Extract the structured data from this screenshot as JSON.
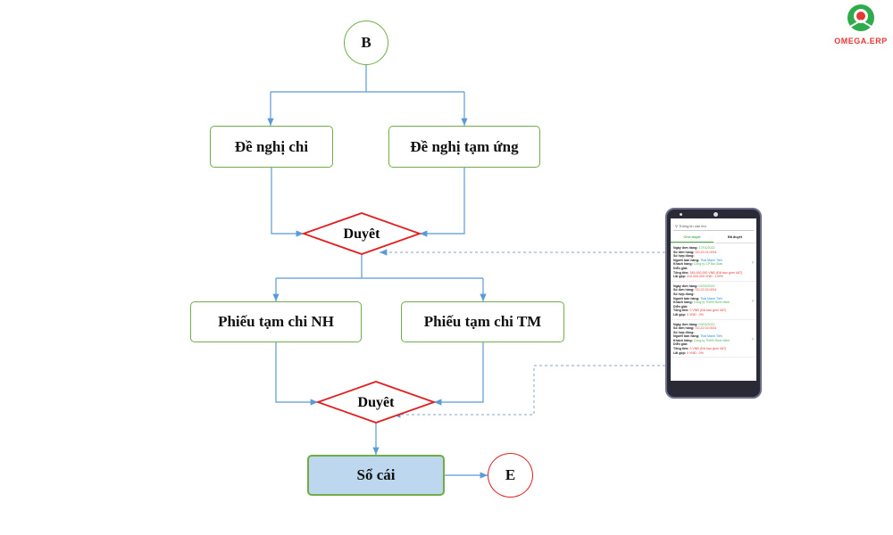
{
  "nodes": {
    "start": "B",
    "req_pay": "Đề nghị chi",
    "req_adv": "Đề nghị tạm ứng",
    "approve1": "Duyêt",
    "pay_bank": "Phiếu tạm chi NH",
    "pay_cash": "Phiếu tạm chi TM",
    "approve2": "Duyêt",
    "ledger": "Sổ cái",
    "end": "E"
  },
  "colors": {
    "box_border": "#70ad47",
    "decision_border": "#e02020",
    "end_border": "#e02020",
    "ledger_fill": "#bdd7ee",
    "arrow": "#5b9bd5"
  },
  "logo": {
    "text": "OMEGA.ERP"
  },
  "phone": {
    "search_placeholder": "Thông tin cần tìm",
    "tabs": [
      "Chờ duyệt",
      "Đã duyệt"
    ],
    "items": [
      {
        "date": "17/01/2022",
        "order": "SO.22.01.0004",
        "seller": "Thái Mạnh Tiến",
        "customer": "Công ty CP Ba Giàn",
        "total": "345,000,000 VNĐ (Đã bao gồm VAT)",
        "profit": "310,000,000 VNĐ - 100%"
      },
      {
        "date": "02/02/2022",
        "order": "SO.22.02.0001",
        "seller": "Thái Mạnh Tiến",
        "customer": "Công ty TNHH Bình Minh",
        "total": "0 VNĐ (Đã bao gồm VAT)",
        "profit": "0 VNĐ - 0%"
      },
      {
        "date": "03/02/2022",
        "order": "SO.22.02.0001",
        "seller": "Thái Mạnh Tiến",
        "customer": "Công ty TNHH Bình Minh",
        "total": "0 VNĐ (Đã bao gồm VAT)",
        "profit": "0 VNĐ - 0%"
      }
    ],
    "labels": {
      "date": "Ngày đơn hàng:",
      "order": "Số đơn hàng:",
      "contract": "Số hợp đồng:",
      "seller": "Người bán hàng:",
      "customer": "Khách hàng:",
      "note": "Diễn giải:",
      "total": "Tổng tiền:",
      "profit": "Lãi gộp:"
    }
  }
}
